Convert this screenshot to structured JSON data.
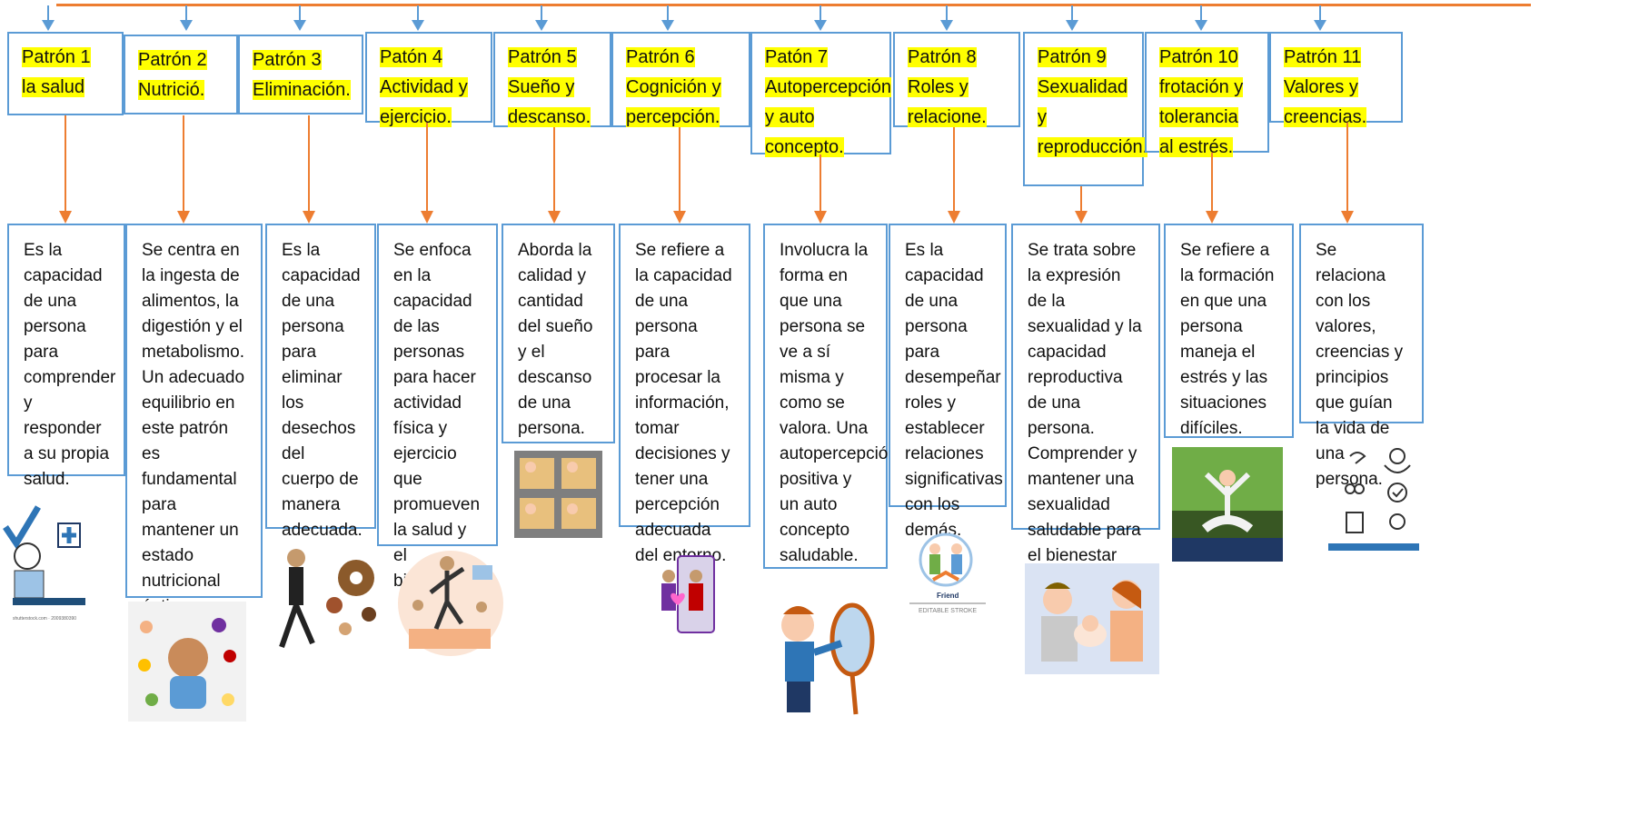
{
  "diagram": {
    "colors": {
      "connector": "#ed7d31",
      "box_border": "#5b9bd5",
      "highlight": "#ffff00"
    },
    "patterns": [
      {
        "title": "Patrón 1 la salud",
        "description": "Es la capacidad de una persona para comprender y responder a su propia salud."
      },
      {
        "title": "Patrón 2 Nutrició.",
        "description": "Se centra en la ingesta de alimentos, la digestión y el metabolismo. Un adecuado equilibrio en este patrón es fundamental para mantener un estado nutricional óptimo y un metabolismo saludable."
      },
      {
        "title": "Patrón 3 Eliminación.",
        "description": "Es la capacidad de una persona para eliminar los desechos del cuerpo de manera adecuada."
      },
      {
        "title": "Patón 4 Actividad y ejercicio.",
        "description": "Se enfoca en la capacidad de las personas para hacer actividad física y ejercicio que promueven la salud y el bienestar."
      },
      {
        "title": "Patrón 5 Sueño y descanso.",
        "description": "Aborda la calidad y cantidad del sueño y el descanso de una persona."
      },
      {
        "title": "Patrón 6 Cognición y percepción.",
        "description": "Se refiere a la capacidad de una persona para procesar la información, tomar decisiones y tener una percepción adecuada del entorno."
      },
      {
        "title": "Patón 7 Autopercepción y auto concepto.",
        "description": "Involucra la forma en que una persona se ve a sí misma y como se valora. Una autopercepción positiva y un auto concepto saludable."
      },
      {
        "title": "Patrón 8 Roles y relacione.",
        "description": "Es la capacidad de una persona para desempeñar roles y establecer relaciones significativas con los demás."
      },
      {
        "title": "Patrón 9 Sexualidad y reproducción.",
        "description": "Se trata sobre la expresión de la sexualidad y la capacidad reproductiva de una persona. Comprender y mantener una sexualidad saludable para el bienestar emocional y"
      },
      {
        "title": "Patrón 10 frotación y tolerancia al estrés.",
        "description": "Se refiere a la formación en que una persona maneja el estrés y las situaciones difíciles."
      },
      {
        "title": "Patrón 11 Valores y creencias.",
        "description": "Se relaciona con los valores, creencias y principios que guían la vida de una persona."
      }
    ],
    "image_captions": {
      "stock_id": "shutterstock.com · 2009380390",
      "friend_label": "Friend",
      "editable_stroke": "EDITABLE STROKE"
    },
    "icons": [
      "checkmark-icon",
      "medical-cross-icon",
      "fruits-icon",
      "exercise-icon",
      "sleep-icon",
      "mirror-icon",
      "friends-icon",
      "family-icon",
      "meditation-icon",
      "values-icons"
    ]
  }
}
